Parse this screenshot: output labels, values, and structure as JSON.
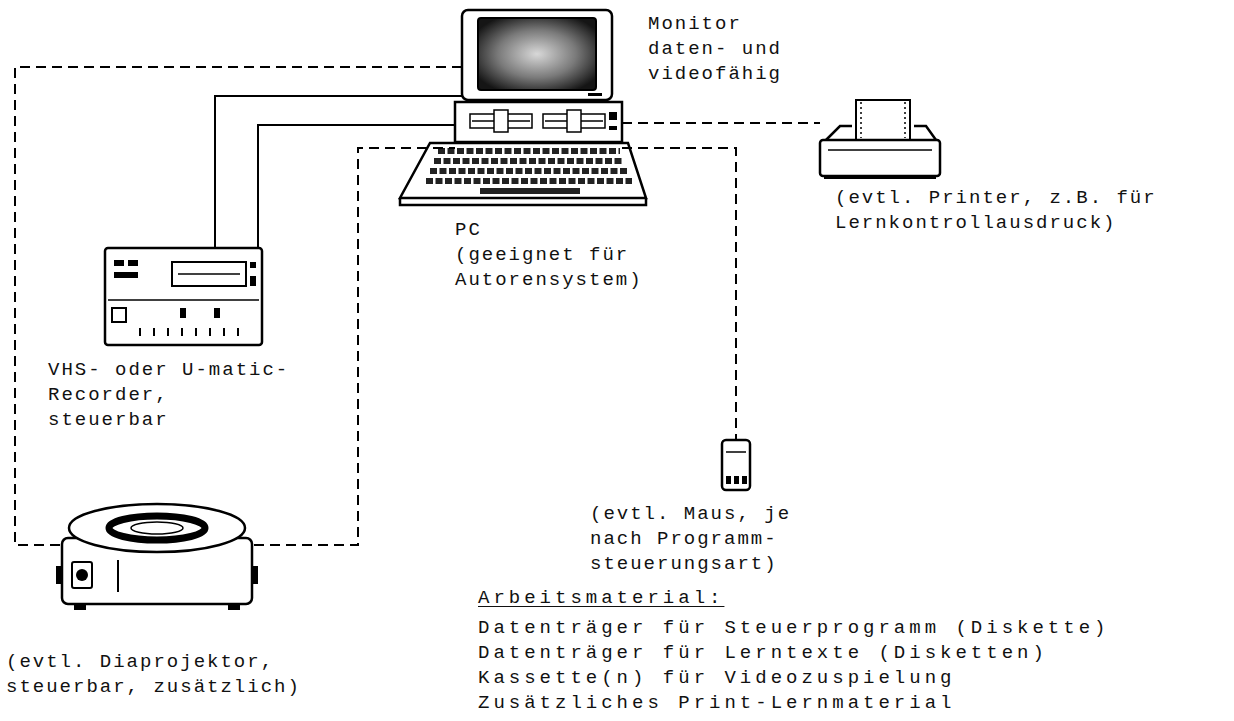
{
  "diagram": {
    "nodes": [
      {
        "text": [
          "Monitor daten- und videofähig"
        ]
      },
      {
        "text": [
          "PC",
          "(geeignet für Autorensystem)"
        ]
      },
      {
        "text": [
          "(evtl. Printer, z.B. für Lernkontrollausdruck)"
        ]
      },
      {
        "text": [
          "VHS- oder U-matic-Recorder, steuerbar"
        ]
      },
      {
        "text": [
          "(evtl. Maus, je nach Programm- steuerungsart)"
        ]
      },
      {
        "text": [
          "(evtl. Diaprojektor, steuerbar, zusätzlich)"
        ]
      }
    ],
    "edges": [
      {
        "from": 5,
        "to": 0,
        "arrow": "none"
      },
      {
        "from": 5,
        "to": 1,
        "arrow": "none"
      },
      {
        "from": 3,
        "to": 0,
        "arrow": "none"
      },
      {
        "from": 3,
        "to": 1,
        "arrow": "none"
      },
      {
        "from": 1,
        "to": 4,
        "arrow": "none"
      },
      {
        "from": 1,
        "to": 2,
        "arrow": "none"
      }
    ],
    "labels": [
      "Arbeitsmaterial:",
      "Datenträger für Steuerprogramm (Diskette)",
      "Datenträger für Lerntexte (Disketten)",
      "Kassette(n) für Videozuspielung",
      "Zusätzliches Print-Lernmaterial"
    ]
  }
}
